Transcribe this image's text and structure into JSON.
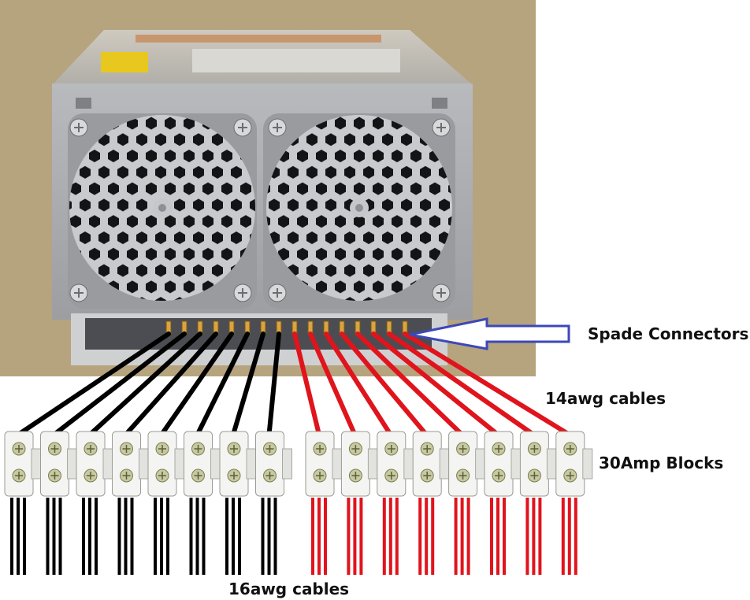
{
  "labels": {
    "spade_connectors": "Spade Connectors",
    "cables_14awg": "14awg cables",
    "blocks_30amp": "30Amp Blocks",
    "cables_16awg": "16awg cables"
  },
  "colors": {
    "background_photo": "#b5a47e",
    "psu_body": "#a9aaad",
    "wire_negative": "#000000",
    "wire_positive": "#e0141c",
    "block_body": "#f4f4f2",
    "arrow": "#3c48b8"
  },
  "icons": {
    "fan": "fan-grille-icon",
    "screw": "screw-icon",
    "arrow": "arrow-left-icon"
  },
  "groups": {
    "black_blocks": 8,
    "red_blocks": 8
  }
}
